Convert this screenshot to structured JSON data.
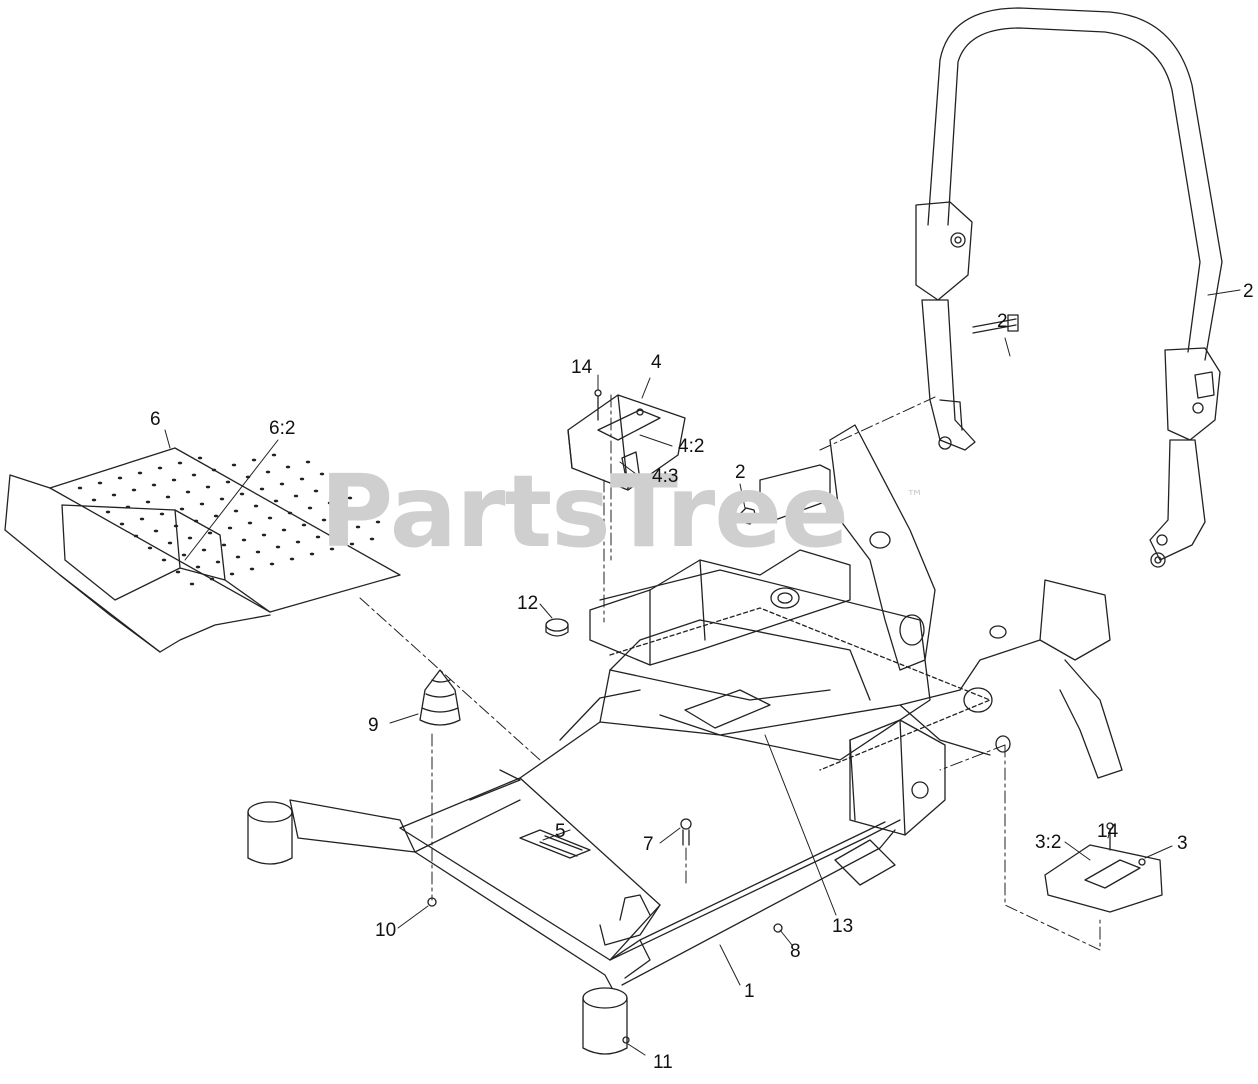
{
  "watermark": {
    "text": "PartsTree",
    "tm": "™"
  },
  "callouts": {
    "c2a": "2",
    "c2b": "2",
    "c2c": "2",
    "c14a": "14",
    "c4": "4",
    "c4_2": "4:2",
    "c4_3": "4:3",
    "c6": "6",
    "c6_2": "6:2",
    "c12": "12",
    "c9": "9",
    "c5": "5",
    "c7": "7",
    "c10": "10",
    "c11": "11",
    "c1": "1",
    "c8": "8",
    "c13": "13",
    "c3_2": "3:2",
    "c14b": "14",
    "c3": "3"
  },
  "colors": {
    "line": "#222222",
    "watermark": "#cfcfcf"
  }
}
